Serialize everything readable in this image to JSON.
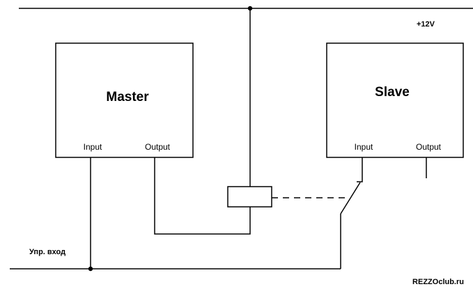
{
  "supply": {
    "label": "+12V"
  },
  "master": {
    "title": "Master",
    "input_label": "Input",
    "output_label": "Output"
  },
  "slave": {
    "title": "Slave",
    "input_label": "Input",
    "output_label": "Output"
  },
  "control_input": {
    "label": "Упр. вход"
  },
  "watermark": {
    "text": "REZZOclub.ru"
  }
}
